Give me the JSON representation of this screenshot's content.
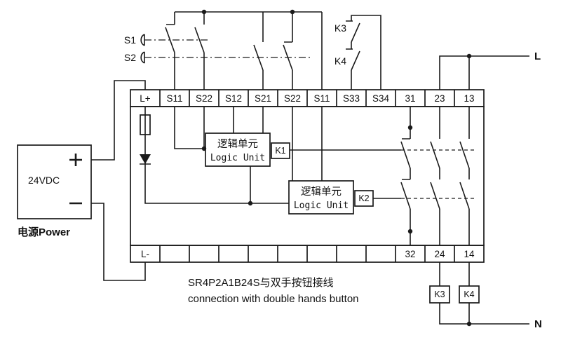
{
  "caption": {
    "line1": "SR4P2A1B24S与双手按钮接线",
    "line2": "connection with double hands button"
  },
  "power_supply": {
    "voltage": "24VDC",
    "label": "电源Power"
  },
  "terminals": {
    "top": [
      "L+",
      "S11",
      "S22",
      "S12",
      "S21",
      "S22",
      "S11",
      "S33",
      "S34",
      "31",
      "23",
      "13"
    ],
    "bottom": [
      "L-",
      "32",
      "24",
      "14"
    ]
  },
  "logic_unit": {
    "cn": "逻辑单元",
    "en": "Logic Unit"
  },
  "relays": {
    "k1": "K1",
    "k2": "K2",
    "k3": "K3",
    "k4": "K4"
  },
  "buttons": {
    "s1": "S1",
    "s2": "S2"
  },
  "power_lines": {
    "live": "L",
    "neutral": "N"
  },
  "colors": {
    "line": "#1a1a1a",
    "background": "#ffffff"
  }
}
